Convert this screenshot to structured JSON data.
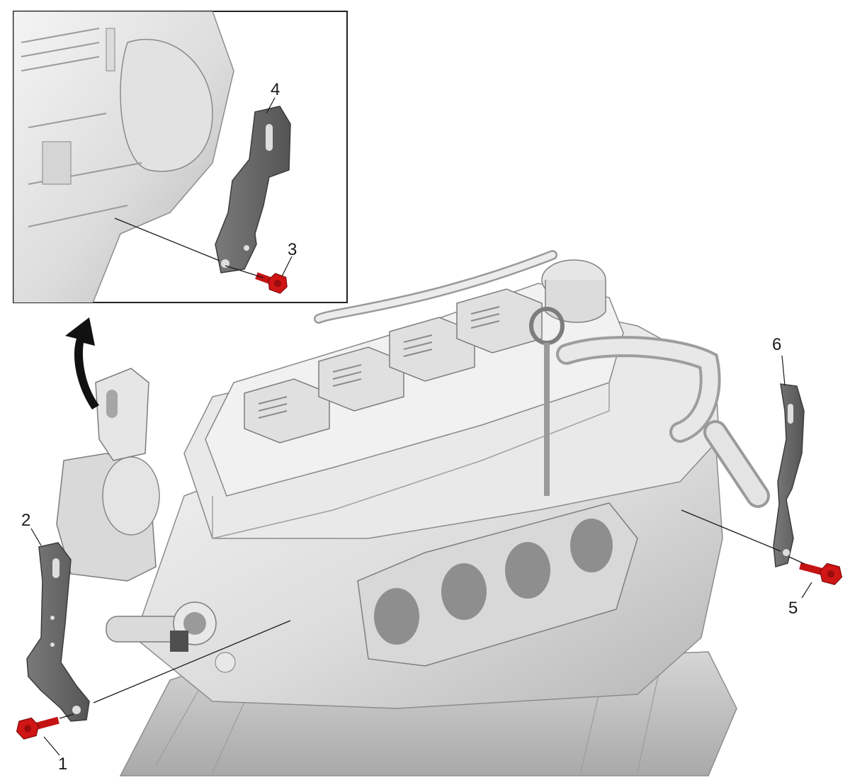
{
  "callouts": {
    "c1": "1",
    "c2": "2",
    "c3": "3",
    "c4": "4",
    "c5": "5",
    "c6": "6"
  },
  "colors": {
    "background": "#ffffff",
    "engine_body": "#e4e4e4",
    "engine_shadow": "#b9b9b9",
    "bracket": "#6b6b6b",
    "bolt": "#d01515",
    "line": "#1a1a1a"
  }
}
